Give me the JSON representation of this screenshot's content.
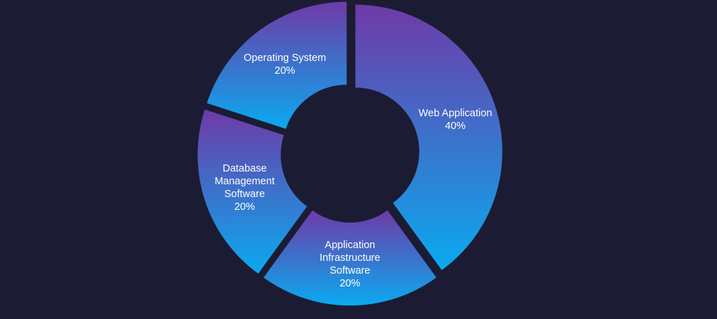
{
  "colors": {
    "background": "#1b1c33",
    "gradient_start": "#6e3aa7",
    "gradient_end": "#0aaaf0"
  },
  "chart_data": {
    "type": "pie",
    "style": "donut",
    "slices": [
      {
        "label_lines": [
          "Web Application"
        ],
        "value": 40,
        "value_label": "40%"
      },
      {
        "label_lines": [
          "Application",
          "Infrastructure",
          "Software"
        ],
        "value": 20,
        "value_label": "20%"
      },
      {
        "label_lines": [
          "Database",
          "Management",
          "Software"
        ],
        "value": 20,
        "value_label": "20%"
      },
      {
        "label_lines": [
          "Operating System"
        ],
        "value": 20,
        "value_label": "20%"
      }
    ]
  }
}
